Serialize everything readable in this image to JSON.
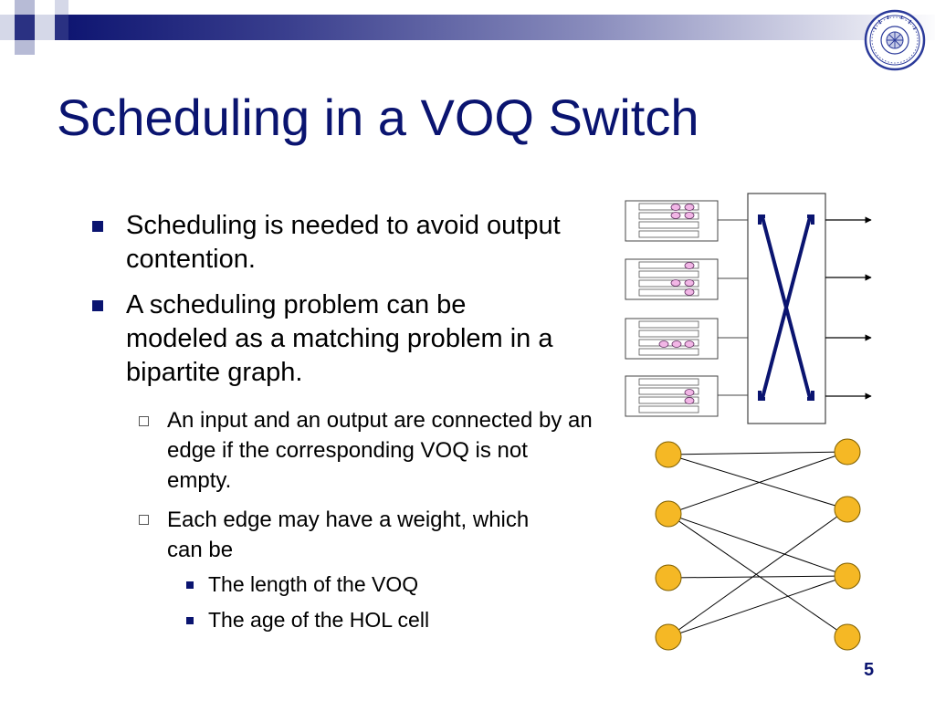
{
  "slide": {
    "title": "Scheduling in a VOQ Switch",
    "bullets": [
      {
        "text": "Scheduling is needed to avoid output contention."
      },
      {
        "text": "A scheduling problem can be modeled as a matching problem in a bipartite graph."
      }
    ],
    "sub_bullets": [
      {
        "text": "An input and an output are connected by an edge if the corresponding VOQ is not empty."
      },
      {
        "text": "Each edge may have a weight, which can be"
      }
    ],
    "sub_sub_bullets": [
      {
        "text": "The length of the VOQ"
      },
      {
        "text": "The age of the HOL cell"
      }
    ],
    "page_number": "5",
    "logo_icon": "polytechnic-university-seal",
    "colors": {
      "title": "#0a1470",
      "node_fill": "#f5b825",
      "cell_fill": "#f2b6e6"
    }
  },
  "figure": {
    "voq_cells_per_input": [
      4,
      4,
      3,
      2
    ],
    "bipartite_edges": [
      [
        0,
        0
      ],
      [
        0,
        1
      ],
      [
        1,
        0
      ],
      [
        1,
        2
      ],
      [
        1,
        3
      ],
      [
        2,
        2
      ],
      [
        3,
        1
      ],
      [
        3,
        2
      ]
    ]
  }
}
